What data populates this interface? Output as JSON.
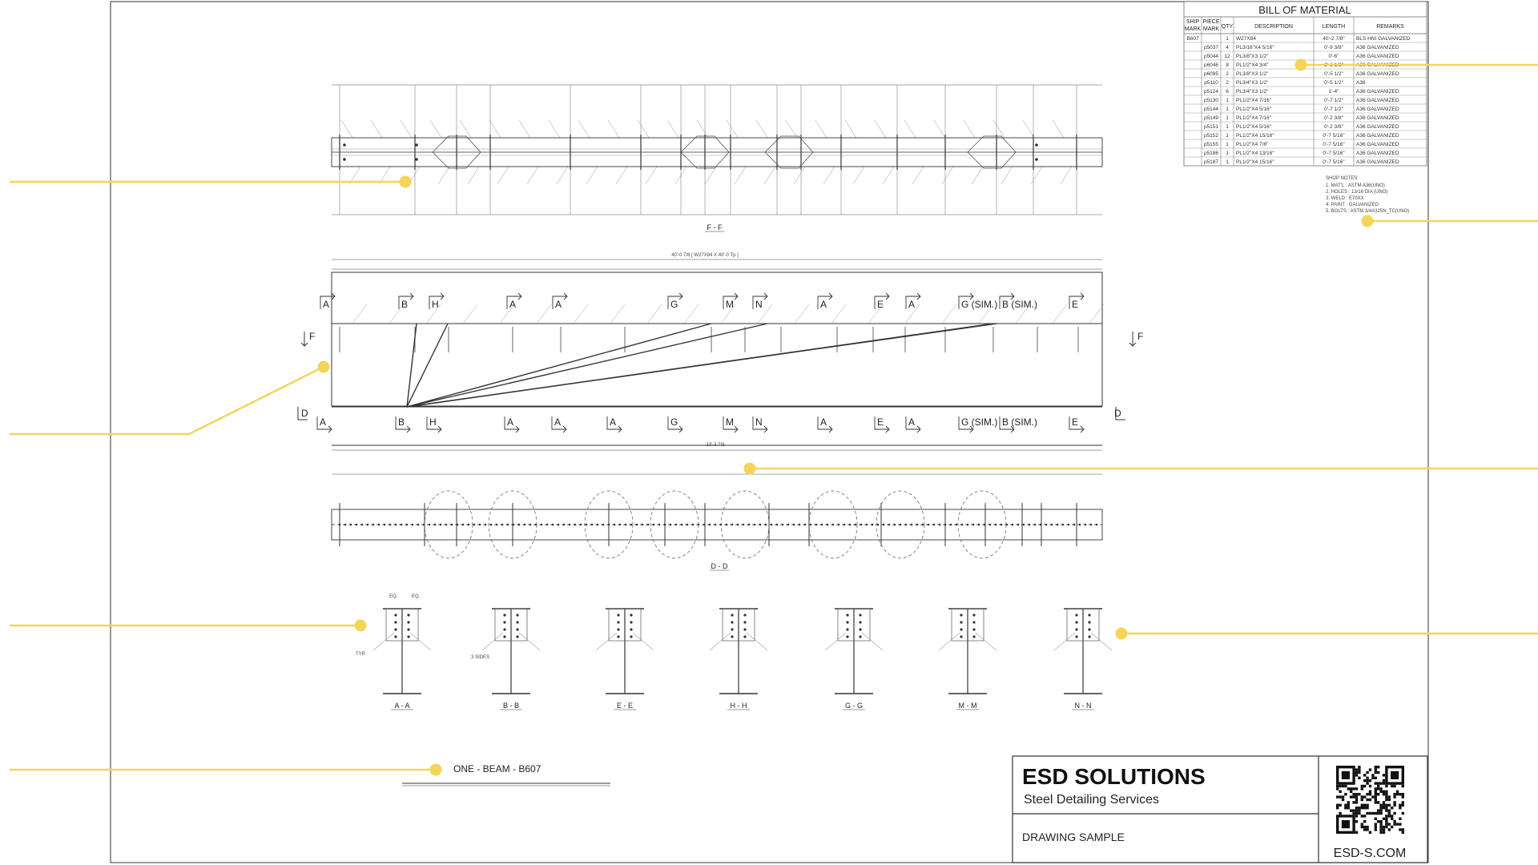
{
  "colors": {
    "callout": "#f5d45a",
    "line": "#333333",
    "frame": "#555555"
  },
  "bom": {
    "title": "BILL OF MATERIAL",
    "headers": [
      "SHIP MARK",
      "PIECE MARK",
      "QTY",
      "DESCRIPTION",
      "LENGTH",
      "REMARKS"
    ],
    "rows": [
      [
        "B607",
        "",
        "1",
        "W27X84",
        "40'-2 7/8\"",
        "BLS HNI GALVANIZED"
      ],
      [
        "",
        "p5037",
        "4",
        "PL3/16\"X4 5/16\"",
        "0'-9 3/8\"",
        "A36 GALVANIZED"
      ],
      [
        "",
        "p5044",
        "12",
        "PL3/8\"X3 1/2\"",
        "0'-6\"",
        "A36 GALVANIZED"
      ],
      [
        "",
        "p6046",
        "8",
        "PL1/2\"X4 3/4\"",
        "2'-1 1/2\"",
        "A36 GALVANIZED"
      ],
      [
        "",
        "p6095",
        "2",
        "PL3/8\"X3 1/2\"",
        "0'-5 1/2\"",
        "A36 GALVANIZED"
      ],
      [
        "",
        "p5110",
        "2",
        "PL3/4\"X3 1/2\"",
        "0'-5 1/2\"",
        "A36"
      ],
      [
        "",
        "p5124",
        "6",
        "PL3/4\"X3 1/2\"",
        "1'-4\"",
        "A36 GALVANIZED"
      ],
      [
        "",
        "p5130",
        "1",
        "PL1/2\"X4 7/16\"",
        "0'-7 1/2\"",
        "A36 GALVANIZED"
      ],
      [
        "",
        "p5144",
        "1",
        "PL1/2\"X4 5/16\"",
        "0'-7 1/2\"",
        "A36 GALVANIZED"
      ],
      [
        "",
        "p5149",
        "1",
        "PL1/2\"X4 7/16\"",
        "0'-2 3/8\"",
        "A36 GALVANIZED"
      ],
      [
        "",
        "p5151",
        "1",
        "PL1/2\"X4 5/16\"",
        "0'-2 3/8\"",
        "A36 GALVANIZED"
      ],
      [
        "",
        "p5152",
        "1",
        "PL1/2\"X4 15/16\"",
        "0'-7 5/16\"",
        "A36 GALVANIZED"
      ],
      [
        "",
        "p5155",
        "1",
        "PL1/2\"X4 7/8\"",
        "0'-7 5/16\"",
        "A36 GALVANIZED"
      ],
      [
        "",
        "p5186",
        "1",
        "PL1/2\"X4 13/16\"",
        "0'-7 5/16\"",
        "A36 GALVANIZED"
      ],
      [
        "",
        "p5187",
        "1",
        "PL1/2\"X4 15/16\"",
        "0'-7 5/16\"",
        "A36 GALVANIZED"
      ]
    ]
  },
  "shop_notes": {
    "title": "SHOP NOTES:",
    "lines": [
      "1. MAT'L : ASTM A36(UNO)",
      "2. HOLES : 13/16 DIA (UNO)",
      "3. WELD : E70XX",
      "4. PAINT : GALVANIZED",
      "5. BOLTS : ASTM 3/4A325N_TC(UNO)"
    ]
  },
  "views": {
    "top_label": "F - F",
    "bottom_label": "D - D",
    "overall_dim": "40'-0 7/8  [ W27X84 X 40'-0 Tp ]",
    "bottom_dim": "33'-3 7/8"
  },
  "section_labels": [
    "A - A",
    "B - B",
    "E - E",
    "H - H",
    "G - G",
    "M - M",
    "N - N"
  ],
  "section_marks_top": [
    "A",
    "B",
    "H",
    "A",
    "A",
    "G",
    "M",
    "N",
    "A",
    "E",
    "A",
    "G (SIM.)",
    "B (SIM.)",
    "E"
  ],
  "section_marks_bottom": [
    "A",
    "B",
    "H",
    "A",
    "A",
    "A",
    "G",
    "M",
    "N",
    "A",
    "E",
    "A",
    "G (SIM.)",
    "B (SIM.)",
    "E"
  ],
  "callouts": {
    "F": "F",
    "D": "D"
  },
  "weld_notes": [
    "3 SIDES",
    "TYP.",
    "EQ.",
    "EQ."
  ],
  "drawing_title": "ONE - BEAM - B607",
  "title_block": {
    "company": "ESD SOLUTIONS",
    "subtitle": "Steel Detailing Services",
    "drawing_type": "DRAWING SAMPLE",
    "website": "ESD-S.COM"
  },
  "icons": [
    "qr-code-icon"
  ]
}
